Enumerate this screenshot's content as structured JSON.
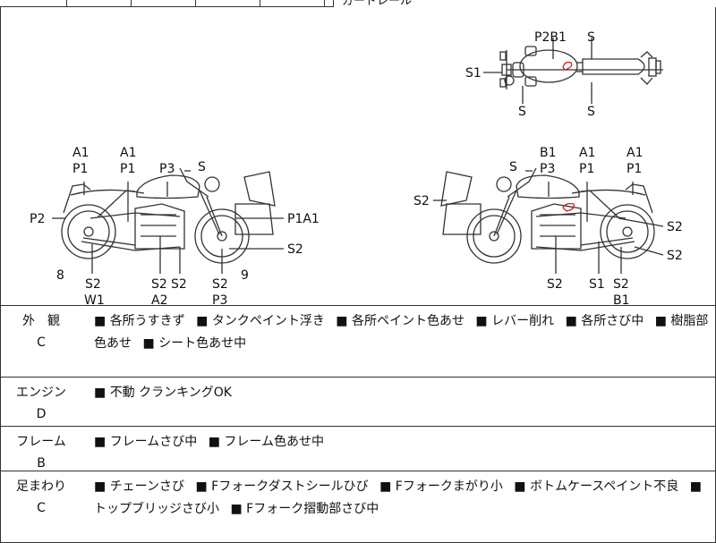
{
  "top_strip": {
    "truncated_text": "ガードレール"
  },
  "diagram": {
    "top_view": {
      "labels": {
        "p2b1": "P2B1",
        "s_top": "S",
        "s1_left": "S1",
        "s_bottom_left": "S",
        "s_bottom_right": "S"
      }
    },
    "left_side_view": {
      "labels": {
        "a1_rear": "A1",
        "p1_rear": "P1",
        "a1_front": "A1",
        "p1_front": "P1",
        "p3": "P3",
        "s_mirror": "S",
        "p2": "P2",
        "p1a1": "P1A1",
        "s2_right": "S2",
        "num_8": "8",
        "num_9": "9",
        "s2_a": "S2",
        "w1": "W1",
        "s2_b": "S2",
        "s2_c": "S2",
        "a2": "A2",
        "s2_d": "S2",
        "p3_bottom": "P3"
      }
    },
    "right_side_view": {
      "labels": {
        "b1": "B1",
        "p3": "P3",
        "s_mirror": "S",
        "a1_front": "A1",
        "p1_front": "P1",
        "a1_rear": "A1",
        "p1_rear": "P1",
        "s2_left": "S2",
        "s2_r1": "S2",
        "s2_r2": "S2",
        "s2_bottom": "S2",
        "s1_bottom": "S1",
        "s2_bottom_r": "S2",
        "b1_bottom": "B1"
      }
    }
  },
  "conditions": [
    {
      "category": "外　観",
      "grade": "C",
      "items": [
        "各所うすきず",
        "タンクペイント浮き",
        "各所ペイント色あせ",
        "レバー削れ",
        "各所さび中",
        "樹脂部色あせ",
        "シート色あせ中"
      ]
    },
    {
      "category": "エンジン",
      "grade": "D",
      "items": [
        "不動 クランキングOK"
      ]
    },
    {
      "category": "フレーム",
      "grade": "B",
      "items": [
        "フレームさび中",
        "フレーム色あせ中"
      ]
    },
    {
      "category": "足まわり",
      "grade": "C",
      "items": [
        "チェーンさび",
        "Fフォークダストシールひび",
        "Fフォークまがり小",
        "ボトムケースペイント不良",
        "トップブリッジさび小",
        "Fフォーク摺動部さび中"
      ]
    }
  ],
  "colors": {
    "line": "#333333",
    "mark": "#cc2222"
  }
}
